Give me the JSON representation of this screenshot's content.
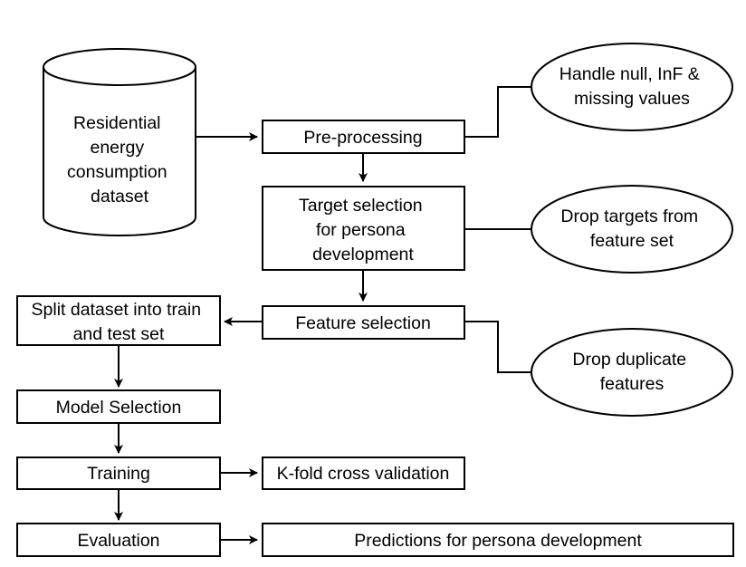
{
  "nodes": {
    "dataset": {
      "lines": [
        "Residential",
        "energy",
        "consumption",
        "dataset"
      ]
    },
    "preprocessing": {
      "lines": [
        "Pre-processing"
      ]
    },
    "handle_null": {
      "lines": [
        "Handle null, InF &",
        "missing values"
      ]
    },
    "target_selection": {
      "lines": [
        "Target selection",
        "for persona",
        "development"
      ]
    },
    "drop_targets": {
      "lines": [
        "Drop targets from",
        "feature set"
      ]
    },
    "feature_selection": {
      "lines": [
        "Feature selection"
      ]
    },
    "drop_duplicate": {
      "lines": [
        "Drop duplicate",
        "features"
      ]
    },
    "split_dataset": {
      "lines": [
        "Split dataset into train",
        "and test set"
      ]
    },
    "model_selection": {
      "lines": [
        "Model Selection"
      ]
    },
    "training": {
      "lines": [
        "Training"
      ]
    },
    "kfold": {
      "lines": [
        "K-fold cross validation"
      ]
    },
    "evaluation": {
      "lines": [
        "Evaluation"
      ]
    },
    "predictions": {
      "lines": [
        "Predictions for persona development"
      ]
    }
  }
}
